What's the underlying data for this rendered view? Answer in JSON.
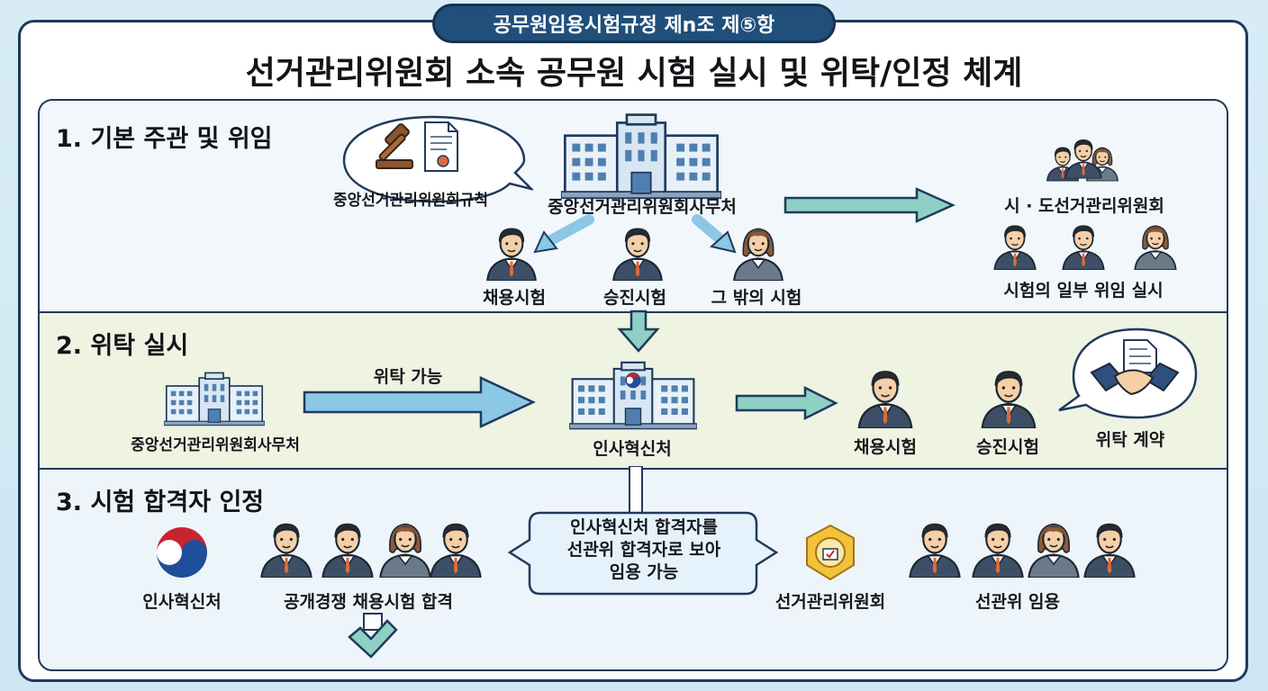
{
  "header": {
    "ref_tag": "공무원임용시험규정 제n조 제⑤항",
    "title": "선거관리위원회 소속 공무원 시험 실시 및 위탁/인정 체계"
  },
  "section1": {
    "heading": "1. 기본 주관 및 위임",
    "rule_label": "중앙선거관리위원회규칙",
    "center_org": "중앙선거관리위원회사무처",
    "exam_hire": "채용시험",
    "exam_promo": "승진시험",
    "exam_other": "그 밖의 시험",
    "local_org": "시 · 도선거관리위원회",
    "delegate_label": "시험의 일부 위임 실시"
  },
  "section2": {
    "heading": "2. 위탁 실시",
    "source_org": "중앙선거관리위원회사무처",
    "arrow_label": "위탁 가능",
    "target_org": "인사혁신처",
    "exam_hire": "채용시험",
    "exam_promo": "승진시험",
    "contract_label": "위탁 계약"
  },
  "section3": {
    "heading": "3. 시험 합격자 인정",
    "mpm_label": "인사혁신처",
    "pass_label": "공개경쟁 채용시험 합격",
    "bubble_line1": "인사혁신처 합격자를",
    "bubble_line2": "선관위 합격자로 보아",
    "bubble_line3": "임용 가능",
    "nec_label": "선거관리위원회",
    "appoint_label": "선관위 임용"
  },
  "colors": {
    "navy": "#1f3a5c",
    "teal_arrow": "#8fd0c4",
    "blue_arrow": "#8cc7e6",
    "sec1_bg": "#f1f7fb",
    "sec2_bg": "#eef3e2",
    "sec3_bg": "#eef5fa"
  },
  "icons": [
    "gavel-icon",
    "document-icon",
    "building-icon",
    "group-icon",
    "person-icon",
    "handshake-icon",
    "check-icon",
    "taegeuk-icon",
    "emblem-icon"
  ]
}
